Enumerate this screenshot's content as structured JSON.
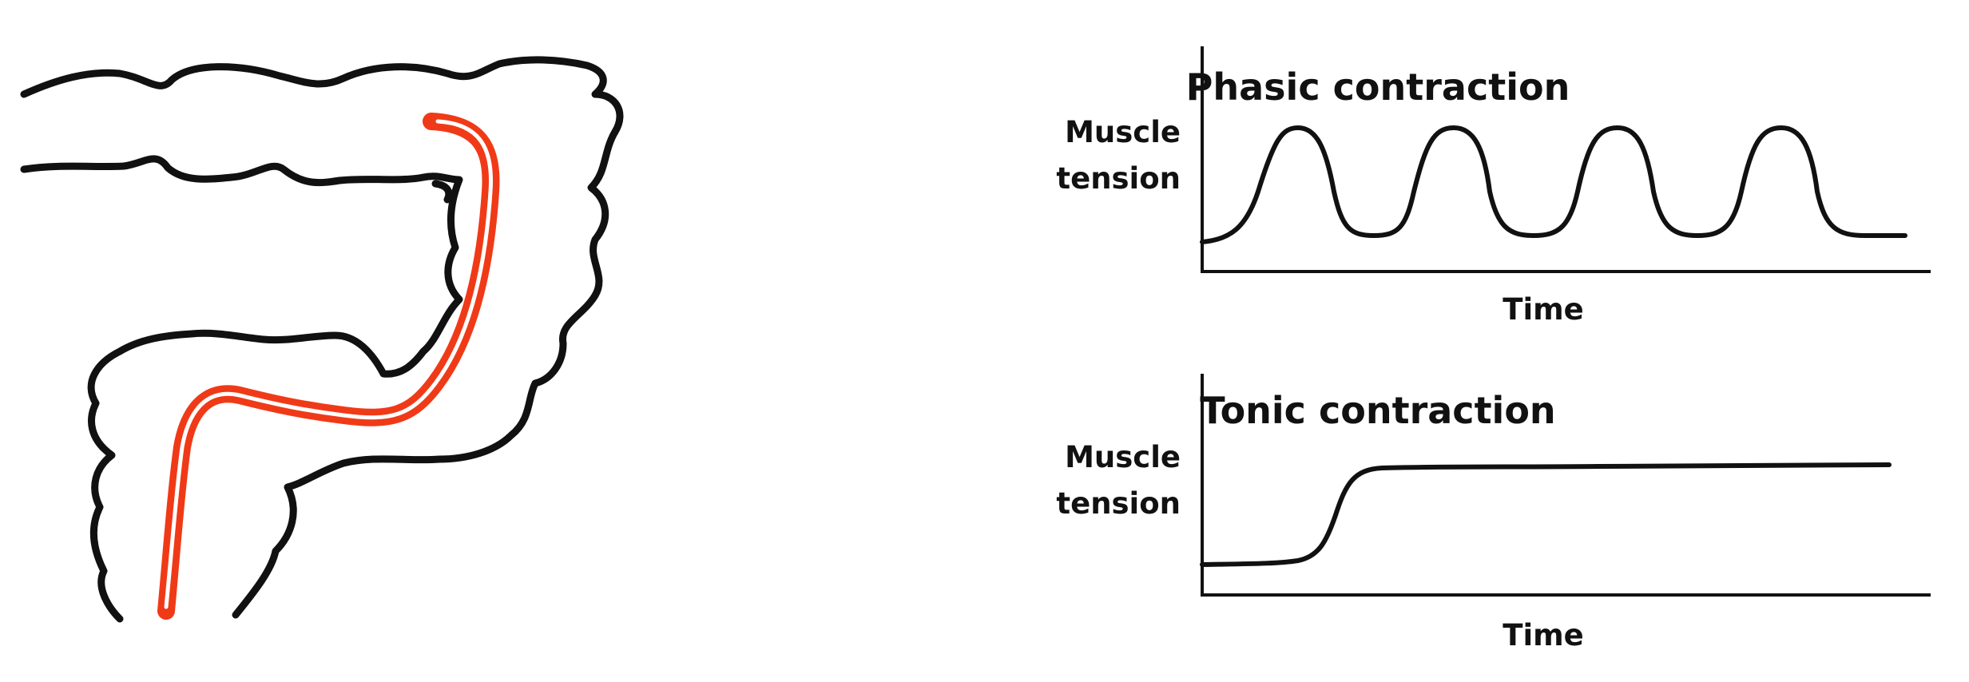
{
  "colors": {
    "scope": "#f03a17",
    "ink": "#111111",
    "background": "#ffffff"
  },
  "illustration": {
    "colon_shape": "colon-outline",
    "instrument": "endoscope-tube"
  },
  "panels": [
    {
      "title": "Phasic contraction",
      "ylabel_line1": "Muscle",
      "ylabel_line2": "tension",
      "xlabel": "Time"
    },
    {
      "title": "Tonic contraction",
      "ylabel_line1": "Muscle",
      "ylabel_line2": "tension",
      "xlabel": "Time"
    }
  ]
}
